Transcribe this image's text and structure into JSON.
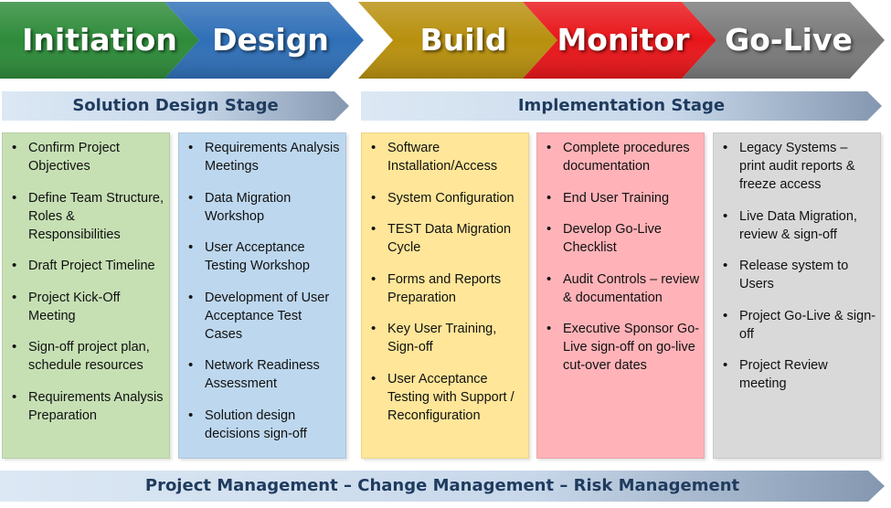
{
  "phases": [
    {
      "label": "Initiation",
      "color": "#2E8B3A"
    },
    {
      "label": "Design",
      "color": "#2F6FB7"
    },
    {
      "label": "Build",
      "color": "#B8900E"
    },
    {
      "label": "Monitor",
      "color": "#E8161A"
    },
    {
      "label": "Go-Live",
      "color": "#7A7A7A"
    }
  ],
  "stages": {
    "solution": "Solution Design Stage",
    "implementation": "Implementation Stage"
  },
  "columns": [
    {
      "bg": "#C6E0B4",
      "items": [
        "Confirm Project Objectives",
        "Define Team Structure, Roles & Responsibilities",
        "Draft Project Timeline",
        "Project Kick-Off Meeting",
        "Sign-off project plan, schedule resources",
        "Requirements Analysis Preparation"
      ]
    },
    {
      "bg": "#BDD7EE",
      "items": [
        "Requirements Analysis Meetings",
        "Data Migration Workshop",
        "User Acceptance Testing Workshop",
        "Development of User Acceptance Test Cases",
        "Network Readiness Assessment",
        "Solution design decisions sign-off"
      ]
    },
    {
      "bg": "#FFE699",
      "items": [
        "Software Installation/Access",
        "System Configuration",
        "TEST Data Migration Cycle",
        "Forms and Reports Preparation",
        "Key User Training, Sign-off",
        "User Acceptance Testing with Support / Reconfiguration"
      ]
    },
    {
      "bg": "#FFB3B8",
      "items": [
        "Complete procedures documentation",
        "End User Training",
        "Develop Go-Live Checklist",
        "Audit Controls – review & documentation",
        "Executive Sponsor Go-Live sign-off on go-live cut-over dates"
      ]
    },
    {
      "bg": "#D9D9D9",
      "items": [
        "Legacy Systems – print audit reports & freeze access",
        "Live Data Migration, review & sign-off",
        "Release system to Users",
        "Project Go-Live & sign-off",
        "Project Review meeting"
      ]
    }
  ],
  "footer": "Project Management – Change Management – Risk Management"
}
